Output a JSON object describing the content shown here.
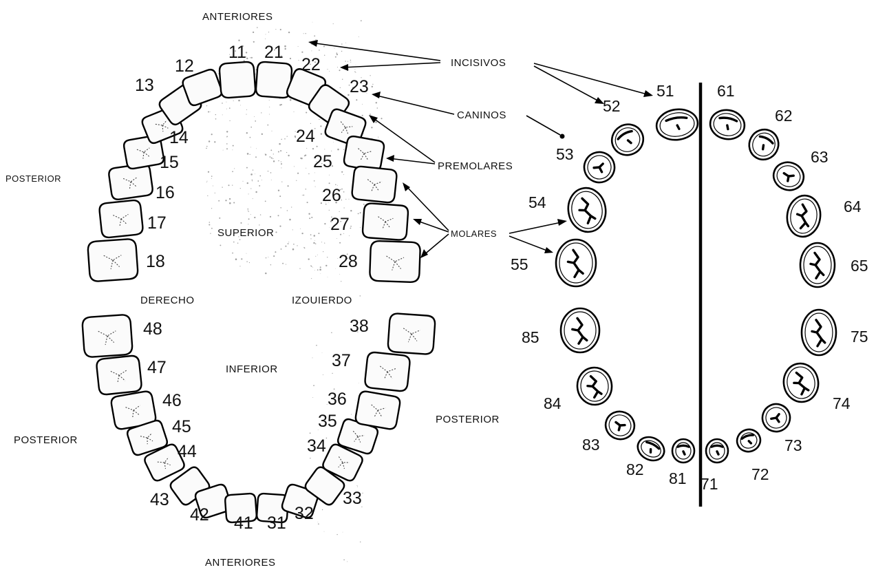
{
  "labels": {
    "anteriores_top": "ANTERIORES",
    "anteriores_bottom": "ANTERIORES",
    "posterior_upper_left": "POSTERIOR",
    "posterior_lower_left": "POSTERIOR",
    "posterior_mid": "POSTERIOR",
    "superior": "SUPERIOR",
    "inferior": "INFERIOR",
    "derecho": "DERECHO",
    "izquierdo": "IZOUIERDO",
    "incisivos": "INCISIVOS",
    "caninos": "CANINOS",
    "premolares": "PREMOLARES",
    "molares": "MOLARES"
  },
  "permanent_teeth": {
    "upper": [
      "18",
      "17",
      "16",
      "15",
      "14",
      "13",
      "12",
      "11",
      "21",
      "22",
      "23",
      "24",
      "25",
      "26",
      "27",
      "28"
    ],
    "lower": [
      "48",
      "47",
      "46",
      "45",
      "44",
      "43",
      "42",
      "41",
      "31",
      "32",
      "33",
      "34",
      "35",
      "36",
      "37",
      "38"
    ]
  },
  "primary_teeth": {
    "upper": [
      "55",
      "54",
      "53",
      "52",
      "51",
      "61",
      "62",
      "63",
      "64",
      "65"
    ],
    "lower": [
      "85",
      "84",
      "83",
      "82",
      "81",
      "71",
      "72",
      "73",
      "74",
      "75"
    ]
  },
  "colors": {
    "line": "#000000",
    "background": "#ffffff",
    "stipple": "#555555"
  }
}
